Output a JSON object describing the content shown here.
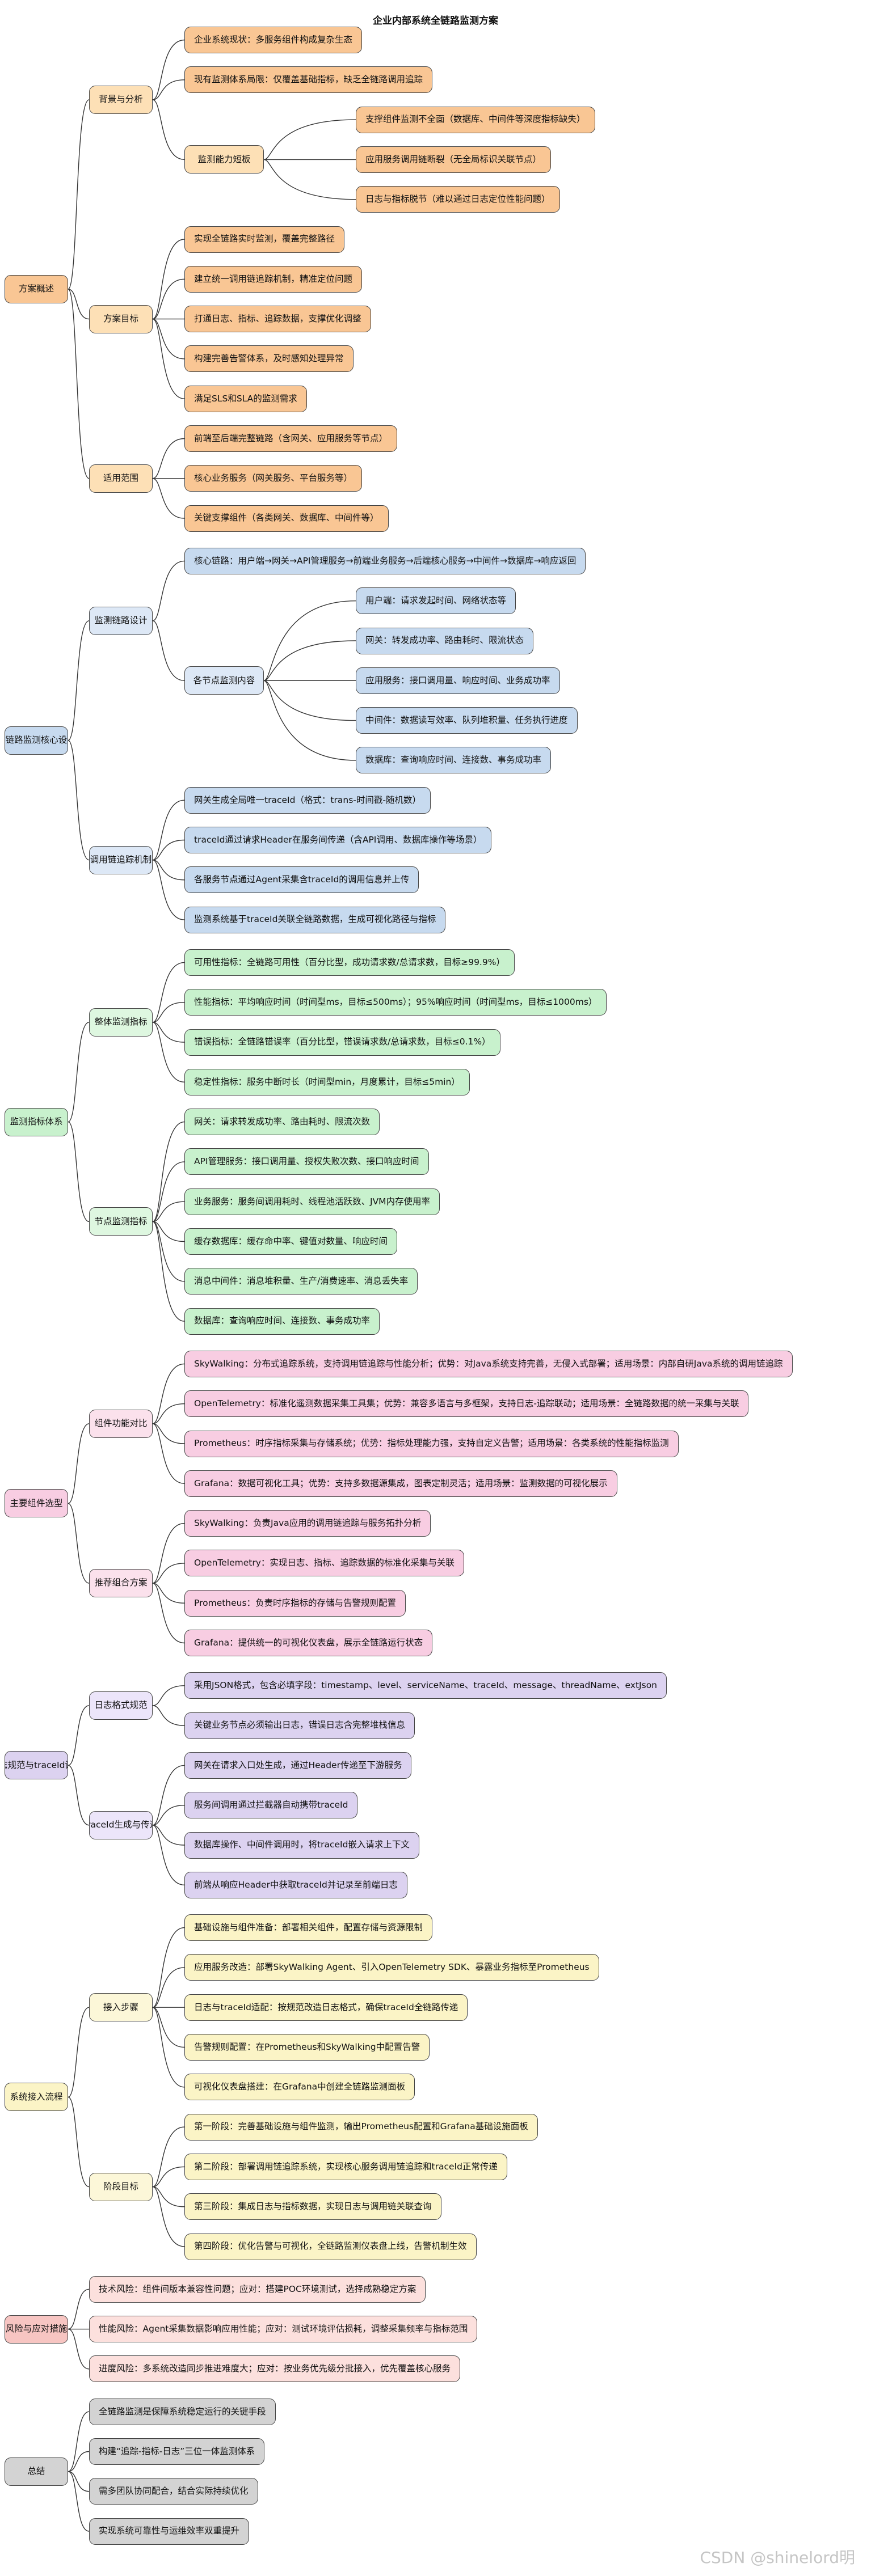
{
  "title": "企业内部系统全链路监测方案",
  "watermark": "CSDN @shinelord明",
  "tree": [
    {
      "label": "方案概述",
      "children": [
        {
          "label": "背景与分析",
          "children": [
            {
              "label": "企业系统现状：多服务组件构成复杂生态"
            },
            {
              "label": "现有监测体系局限：仅覆盖基础指标，缺乏全链路调用追踪"
            },
            {
              "label": "监测能力短板",
              "children": [
                {
                  "label": "支撑组件监测不全面（数据库、中间件等深度指标缺失）"
                },
                {
                  "label": "应用服务调用链断裂（无全局标识关联节点）"
                },
                {
                  "label": "日志与指标脱节（难以通过日志定位性能问题）"
                }
              ]
            }
          ]
        },
        {
          "label": "方案目标",
          "children": [
            {
              "label": "实现全链路实时监测，覆盖完整路径"
            },
            {
              "label": "建立统一调用链追踪机制，精准定位问题"
            },
            {
              "label": "打通日志、指标、追踪数据，支撑优化调整"
            },
            {
              "label": "构建完善告警体系，及时感知处理异常"
            },
            {
              "label": "满足SLS和SLA的监测需求"
            }
          ]
        },
        {
          "label": "适用范围",
          "children": [
            {
              "label": "前端至后端完整链路（含网关、应用服务等节点）"
            },
            {
              "label": "核心业务服务（网关服务、平台服务等）"
            },
            {
              "label": "关键支撑组件（各类网关、数据库、中间件等）"
            }
          ]
        }
      ]
    },
    {
      "label": "全链路监测核心设计",
      "children": [
        {
          "label": "监测链路设计",
          "children": [
            {
              "label": "核心链路：用户端→网关→API管理服务→前端业务服务→后端核心服务→中间件→数据库→响应返回"
            },
            {
              "label": "各节点监测内容",
              "children": [
                {
                  "label": "用户端：请求发起时间、网络状态等"
                },
                {
                  "label": "网关：转发成功率、路由耗时、限流状态"
                },
                {
                  "label": "应用服务：接口调用量、响应时间、业务成功率"
                },
                {
                  "label": "中间件：数据读写效率、队列堆积量、任务执行进度"
                },
                {
                  "label": "数据库：查询响应时间、连接数、事务成功率"
                }
              ]
            }
          ]
        },
        {
          "label": "调用链追踪机制",
          "children": [
            {
              "label": "网关生成全局唯一traceId（格式：trans-时间戳-随机数）"
            },
            {
              "label": "traceId通过请求Header在服务间传递（含API调用、数据库操作等场景）"
            },
            {
              "label": "各服务节点通过Agent采集含traceId的调用信息并上传"
            },
            {
              "label": "监测系统基于traceId关联全链路数据，生成可视化路径与指标"
            }
          ]
        }
      ]
    },
    {
      "label": "监测指标体系",
      "children": [
        {
          "label": "整体监测指标",
          "children": [
            {
              "label": "可用性指标：全链路可用性（百分比型，成功请求数/总请求数，目标≥99.9%）"
            },
            {
              "label": "性能指标：平均响应时间（时间型ms，目标≤500ms）；95%响应时间（时间型ms，目标≤1000ms）"
            },
            {
              "label": "错误指标：全链路错误率（百分比型，错误请求数/总请求数，目标≤0.1%）"
            },
            {
              "label": "稳定性指标：服务中断时长（时间型min，月度累计，目标≤5min）"
            }
          ]
        },
        {
          "label": "节点监测指标",
          "children": [
            {
              "label": "网关：请求转发成功率、路由耗时、限流次数"
            },
            {
              "label": "API管理服务：接口调用量、授权失败次数、接口响应时间"
            },
            {
              "label": "业务服务：服务间调用耗时、线程池活跃数、JVM内存使用率"
            },
            {
              "label": "缓存数据库：缓存命中率、键值对数量、响应时间"
            },
            {
              "label": "消息中间件：消息堆积量、生产/消费速率、消息丢失率"
            },
            {
              "label": "数据库：查询响应时间、连接数、事务成功率"
            }
          ]
        }
      ]
    },
    {
      "label": "主要组件选型",
      "children": [
        {
          "label": "组件功能对比",
          "children": [
            {
              "label": "SkyWalking：分布式追踪系统，支持调用链追踪与性能分析；优势：对Java系统支持完善，无侵入式部署；适用场景：内部自研Java系统的调用链追踪"
            },
            {
              "label": "OpenTelemetry：标准化遥测数据采集工具集；优势：兼容多语言与多框架，支持日志-追踪联动；适用场景：全链路数据的统一采集与关联"
            },
            {
              "label": "Prometheus：时序指标采集与存储系统；优势：指标处理能力强，支持自定义告警；适用场景：各类系统的性能指标监测"
            },
            {
              "label": "Grafana：数据可视化工具；优势：支持多数据源集成，图表定制灵活；适用场景：监测数据的可视化展示"
            }
          ]
        },
        {
          "label": "推荐组合方案",
          "children": [
            {
              "label": "SkyWalking：负责Java应用的调用链追踪与服务拓扑分析"
            },
            {
              "label": "OpenTelemetry：实现日志、指标、追踪数据的标准化采集与关联"
            },
            {
              "label": "Prometheus：负责时序指标的存储与告警规则配置"
            },
            {
              "label": "Grafana：提供统一的可视化仪表盘，展示全链路运行状态"
            }
          ]
        }
      ]
    },
    {
      "label": "日志规范与traceId设计",
      "children": [
        {
          "label": "日志格式规范",
          "children": [
            {
              "label": "采用JSON格式，包含必填字段：timestamp、level、serviceName、traceId、message、threadName、extJson"
            },
            {
              "label": "关键业务节点必须输出日志，错误日志含完整堆栈信息"
            }
          ]
        },
        {
          "label": "traceId生成与传递",
          "children": [
            {
              "label": "网关在请求入口处生成，通过Header传递至下游服务"
            },
            {
              "label": "服务间调用通过拦截器自动携带traceId"
            },
            {
              "label": "数据库操作、中间件调用时，将traceId嵌入请求上下文"
            },
            {
              "label": "前端从响应Header中获取traceId并记录至前端日志"
            }
          ]
        }
      ]
    },
    {
      "label": "系统接入流程",
      "children": [
        {
          "label": "接入步骤",
          "children": [
            {
              "label": "基础设施与组件准备：部署相关组件，配置存储与资源限制"
            },
            {
              "label": "应用服务改造：部署SkyWalking Agent、引入OpenTelemetry SDK、暴露业务指标至Prometheus"
            },
            {
              "label": "日志与traceId适配：按规范改造日志格式，确保traceId全链路传递"
            },
            {
              "label": "告警规则配置：在Prometheus和SkyWalking中配置告警"
            },
            {
              "label": "可视化仪表盘搭建：在Grafana中创建全链路监测面板"
            }
          ]
        },
        {
          "label": "阶段目标",
          "children": [
            {
              "label": "第一阶段：完善基础设施与组件监测，输出Prometheus配置和Grafana基础设施面板"
            },
            {
              "label": "第二阶段：部署调用链追踪系统，实现核心服务调用链追踪和traceId正常传递"
            },
            {
              "label": "第三阶段：集成日志与指标数据，实现日志与调用链关联查询"
            },
            {
              "label": "第四阶段：优化告警与可视化，全链路监测仪表盘上线，告警机制生效"
            }
          ]
        }
      ]
    },
    {
      "label": "风险与应对措施",
      "children": [
        {
          "label": "技术风险：组件间版本兼容性问题；应对：搭建POC环境测试，选择成熟稳定方案"
        },
        {
          "label": "性能风险：Agent采集数据影响应用性能；应对：测试环境评估损耗，调整采集频率与指标范围"
        },
        {
          "label": "进度风险：多系统改造同步推进难度大；应对：按业务优先级分批接入，优先覆盖核心服务"
        }
      ]
    },
    {
      "label": "总结",
      "children": [
        {
          "label": "全链路监测是保障系统稳定运行的关键手段"
        },
        {
          "label": "构建“追踪-指标-日志”三位一体监测体系"
        },
        {
          "label": "需多团队协同配合，结合实际持续优化"
        },
        {
          "label": "实现系统可靠性与运维效率双重提升"
        }
      ]
    }
  ]
}
